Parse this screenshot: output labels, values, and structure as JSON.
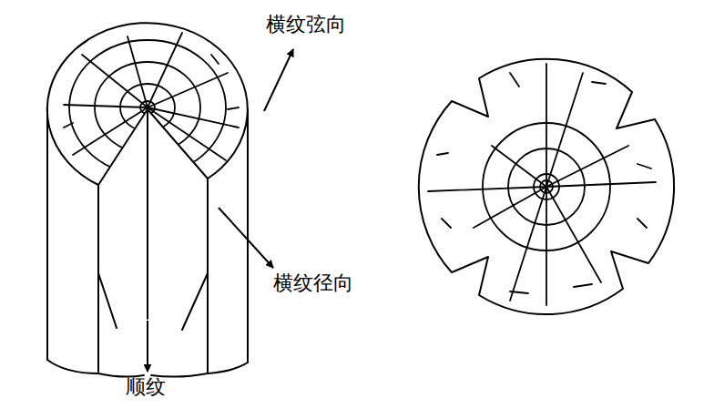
{
  "diagram": {
    "labels": [
      "横纹弦向",
      "横纹径向",
      "顺纹"
    ]
  }
}
